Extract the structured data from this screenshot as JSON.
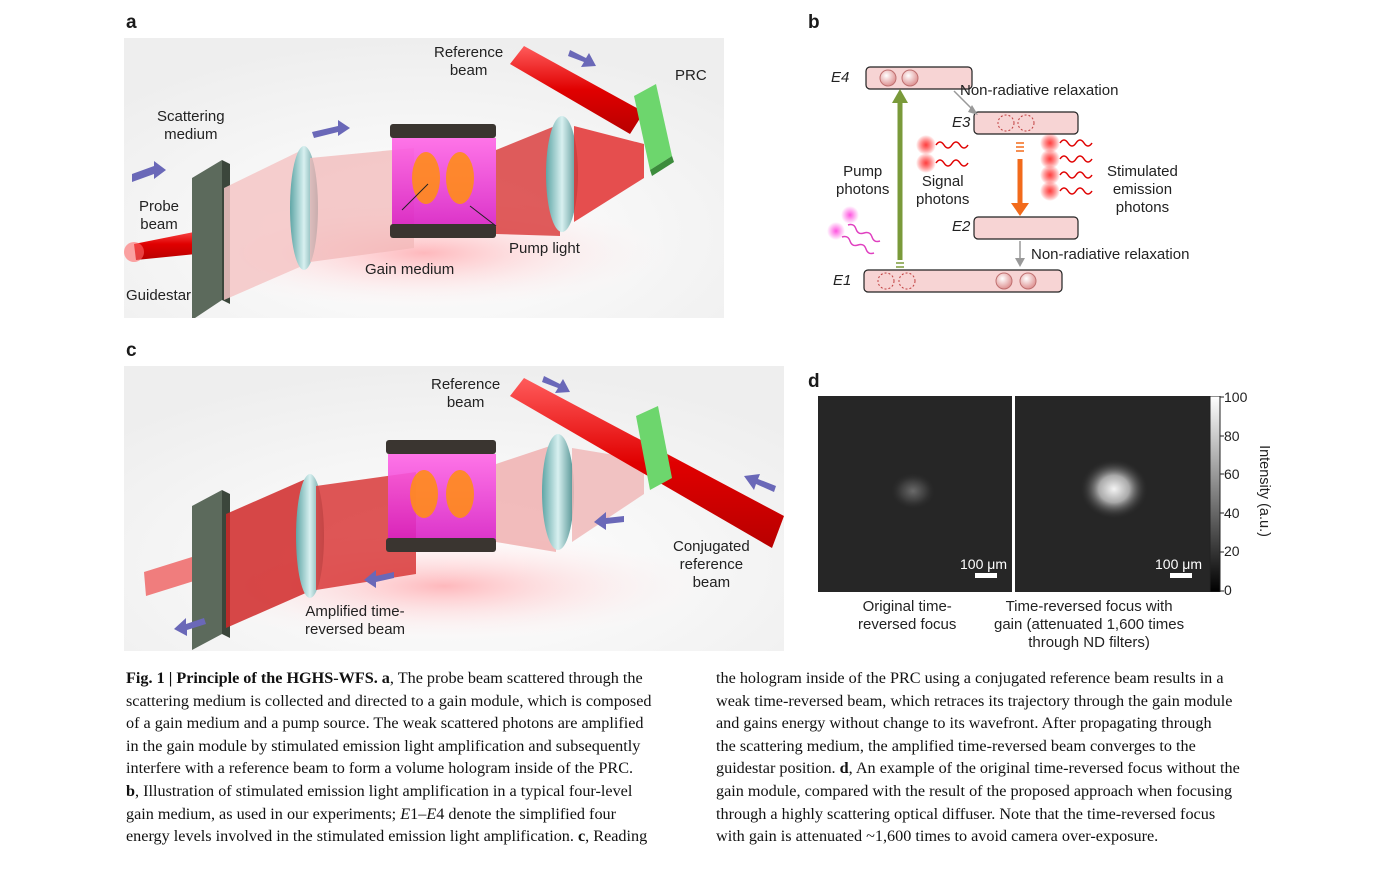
{
  "panels": {
    "a": {
      "letter": "a",
      "labels": {
        "reference_beam": "Reference\nbeam",
        "prc": "PRC",
        "scattering_medium": "Scattering\nmedium",
        "probe_beam": "Probe\nbeam",
        "guidestar": "Guidestar",
        "gain_medium": "Gain medium",
        "pump_light": "Pump light"
      }
    },
    "b": {
      "letter": "b",
      "levels": [
        "E4",
        "E3",
        "E2",
        "E1"
      ],
      "labels": {
        "nonrad_top": "Non-radiative relaxation",
        "nonrad_bottom": "Non-radiative relaxation",
        "pump_photons": "Pump\nphotons",
        "signal_photons": "Signal\nphotons",
        "stimulated": "Stimulated\nemission\nphotons"
      }
    },
    "c": {
      "letter": "c",
      "labels": {
        "reference_beam": "Reference\nbeam",
        "conjugated": "Conjugated\nreference\nbeam",
        "amplified": "Amplified time-\nreversed beam"
      }
    },
    "d": {
      "letter": "d",
      "scale_bar": "100 μm",
      "colorbar_ticks": [
        "100",
        "80",
        "60",
        "40",
        "20",
        "0"
      ],
      "colorbar_label": "Intensity (a.u.)",
      "left_caption": "Original time-\nreversed focus",
      "right_caption": "Time-reversed focus with\ngain (attenuated 1,600 times\nthrough ND filters)",
      "focus_intensity": {
        "original": 0.25,
        "with_gain": 0.9
      }
    }
  },
  "caption": {
    "fig_label": "Fig. 1 | ",
    "title": "Principle of the HGHS-WFS. ",
    "col1_lines": [
      [
        {
          "b": "Fig. 1 | Principle of the HGHS-WFS. a"
        },
        {
          "t": ", The probe beam scattered through the"
        }
      ],
      [
        {
          "t": "scattering medium is collected and directed to a gain module, which is composed"
        }
      ],
      [
        {
          "t": "of a gain medium and a pump source. The weak scattered photons are amplified"
        }
      ],
      [
        {
          "t": "in the gain module by stimulated emission light amplification and subsequently"
        }
      ],
      [
        {
          "t": "interfere with a reference beam to form a volume hologram inside of the PRC."
        }
      ],
      [
        {
          "b": "b"
        },
        {
          "t": ", Illustration of stimulated emission light amplification in a typical four-level"
        }
      ],
      [
        {
          "t": "gain medium, as used in our experiments; "
        },
        {
          "i": "E"
        },
        {
          "t": "1–"
        },
        {
          "i": "E"
        },
        {
          "t": "4 denote the simplified four"
        }
      ],
      [
        {
          "t": "energy levels involved in the stimulated emission light amplification. "
        },
        {
          "b": "c"
        },
        {
          "t": ", Reading"
        }
      ]
    ],
    "col2_lines": [
      [
        {
          "t": "the hologram inside of the PRC using a conjugated reference beam results in a"
        }
      ],
      [
        {
          "t": "weak time-reversed beam, which retraces its trajectory through the gain module"
        }
      ],
      [
        {
          "t": "and gains energy without change to its wavefront. After propagating through"
        }
      ],
      [
        {
          "t": "the scattering medium, the amplified time-reversed beam converges to the"
        }
      ],
      [
        {
          "t": "guidestar position. "
        },
        {
          "b": "d"
        },
        {
          "t": ", An example of the original time-reversed focus without the"
        }
      ],
      [
        {
          "t": "gain module, compared with the result of the proposed approach when focusing"
        }
      ],
      [
        {
          "t": "through a highly scattering optical diffuser. Note that the time-reversed focus"
        }
      ],
      [
        {
          "t": "with gain is attenuated ~1,600 times to avoid camera over-exposure."
        }
      ]
    ]
  }
}
